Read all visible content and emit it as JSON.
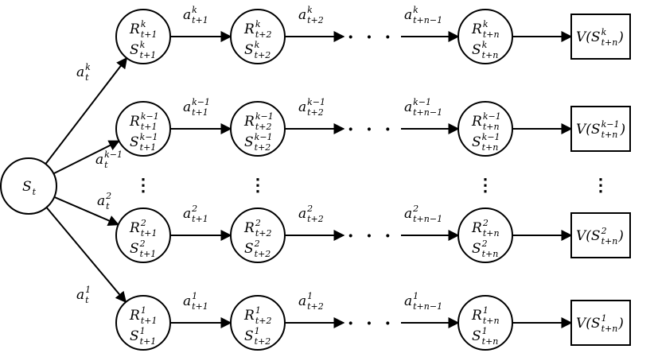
{
  "root": {
    "label": "S",
    "sub": "t"
  },
  "rows": [
    {
      "branch": {
        "sup": "k",
        "sub": "t"
      },
      "nodes": [
        {
          "R": {
            "sup": "k",
            "sub": "t+1"
          },
          "S": {
            "sup": "k",
            "sub": "t+1"
          }
        },
        {
          "R": {
            "sup": "k",
            "sub": "t+2"
          },
          "S": {
            "sup": "k",
            "sub": "t+2"
          }
        },
        {
          "R": {
            "sup": "k",
            "sub": "t+n"
          },
          "S": {
            "sup": "k",
            "sub": "t+n"
          }
        }
      ],
      "actions": [
        {
          "sup": "k",
          "sub": "t+1"
        },
        {
          "sup": "k",
          "sub": "t+2"
        },
        {
          "sup": "k",
          "sub": "t+n−1"
        }
      ],
      "value": {
        "sup": "k",
        "sub": "t+n"
      }
    },
    {
      "branch": {
        "sup": "k−1",
        "sub": "t"
      },
      "nodes": [
        {
          "R": {
            "sup": "k−1",
            "sub": "t+1"
          },
          "S": {
            "sup": "k−1",
            "sub": "t+1"
          }
        },
        {
          "R": {
            "sup": "k−1",
            "sub": "t+2"
          },
          "S": {
            "sup": "k−1",
            "sub": "t+2"
          }
        },
        {
          "R": {
            "sup": "k−1",
            "sub": "t+n"
          },
          "S": {
            "sup": "k−1",
            "sub": "t+n"
          }
        }
      ],
      "actions": [
        {
          "sup": "k−1",
          "sub": "t+1"
        },
        {
          "sup": "k−1",
          "sub": "t+2"
        },
        {
          "sup": "k−1",
          "sub": "t+n−1"
        }
      ],
      "value": {
        "sup": "k−1",
        "sub": "t+n"
      }
    },
    {
      "branch": {
        "sup": "2",
        "sub": "t"
      },
      "nodes": [
        {
          "R": {
            "sup": "2",
            "sub": "t+1"
          },
          "S": {
            "sup": "2",
            "sub": "t+1"
          }
        },
        {
          "R": {
            "sup": "2",
            "sub": "t+2"
          },
          "S": {
            "sup": "2",
            "sub": "t+2"
          }
        },
        {
          "R": {
            "sup": "2",
            "sub": "t+n"
          },
          "S": {
            "sup": "2",
            "sub": "t+n"
          }
        }
      ],
      "actions": [
        {
          "sup": "2",
          "sub": "t+1"
        },
        {
          "sup": "2",
          "sub": "t+2"
        },
        {
          "sup": "2",
          "sub": "t+n−1"
        }
      ],
      "value": {
        "sup": "2",
        "sub": "t+n"
      }
    },
    {
      "branch": {
        "sup": "1",
        "sub": "t"
      },
      "nodes": [
        {
          "R": {
            "sup": "1",
            "sub": "t+1"
          },
          "S": {
            "sup": "1",
            "sub": "t+1"
          }
        },
        {
          "R": {
            "sup": "1",
            "sub": "t+2"
          },
          "S": {
            "sup": "1",
            "sub": "t+2"
          }
        },
        {
          "R": {
            "sup": "1",
            "sub": "t+n"
          },
          "S": {
            "sup": "1",
            "sub": "t+n"
          }
        }
      ],
      "actions": [
        {
          "sup": "1",
          "sub": "t+1"
        },
        {
          "sup": "1",
          "sub": "t+2"
        },
        {
          "sup": "1",
          "sub": "t+n−1"
        }
      ],
      "value": {
        "sup": "1",
        "sub": "t+n"
      }
    }
  ],
  "symbols": {
    "reward": "R",
    "state": "S",
    "action": "a",
    "value_fn": "V",
    "ellipsis": "· · ·",
    "vellipsis": "⋮"
  }
}
